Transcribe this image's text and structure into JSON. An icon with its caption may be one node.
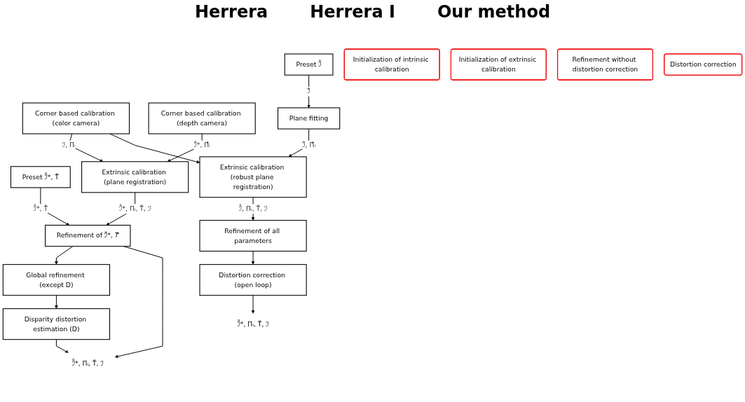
{
  "diagram": {
    "nodes": [
      {
        "text": [
          "Corner based calibration (color camera)"
        ]
      },
      {
        "text": [
          "Corner based calibration (depth camera)"
        ]
      },
      {
        "text": [
          "Preset ℐ̊*, T̊"
        ]
      },
      {
        "text": [
          "Extrinsic calibration (plane registration)"
        ]
      },
      {
        "text": [
          "Refinement of ℐ̊*, 𝑇̊"
        ]
      },
      {
        "text": [
          "Global refinement (except D)"
        ]
      },
      {
        "text": [
          "Disparity distortion estimation (D)"
        ]
      },
      {
        "text": [
          "ℐ̊*, Πᵢ, T̊, ℐ"
        ]
      },
      {
        "text": [
          "Preset ℐ̊"
        ]
      },
      {
        "text": [
          "Plane fitting"
        ]
      },
      {
        "text": [
          "Extrinsic calibration (robust plane registration)"
        ]
      },
      {
        "text": [
          "Refinement of all parameters"
        ]
      },
      {
        "text": [
          "Distortion correction (open loop)"
        ]
      },
      {
        "text": [
          "ℐ̊*, Πᵢ, T̊, ℐ"
        ]
      },
      {
        "text": [
          "Initialization of intrinsic calibration"
        ]
      },
      {
        "text": [
          "Initialization of extrinsic calibration"
        ]
      },
      {
        "text": [
          "Refinement without distortion correction"
        ]
      },
      {
        "text": [
          "Distortion correction"
        ]
      }
    ],
    "edges": [
      {
        "from": 0,
        "to": 3,
        "arrow": "to",
        "label": "ℐ, Πᵢ"
      },
      {
        "from": 1,
        "to": 3,
        "arrow": "to",
        "label": "ℐ̊*, Π̊ᵢ"
      },
      {
        "from": 0,
        "to": 10,
        "arrow": "to"
      },
      {
        "from": 2,
        "to": 4,
        "arrow": "to",
        "label": "ℐ̊*, T̊"
      },
      {
        "from": 3,
        "to": 4,
        "arrow": "to",
        "label": "ℐ̊*, Πᵢ, T̊, ℐ"
      },
      {
        "from": 4,
        "to": 5,
        "arrow": "to"
      },
      {
        "from": 5,
        "to": 6,
        "arrow": "to"
      },
      {
        "from": 6,
        "to": 7,
        "arrow": "to"
      },
      {
        "from": 4,
        "to": 7,
        "arrow": "to"
      },
      {
        "from": 8,
        "to": 9,
        "arrow": "to",
        "label": "ℐ̊"
      },
      {
        "from": 9,
        "to": 10,
        "arrow": "to",
        "label": "ℐ̊, Π̊ᵢ"
      },
      {
        "from": 10,
        "to": 11,
        "arrow": "to",
        "label": "ℐ̊, Πᵢ, T̊, ℐ"
      },
      {
        "from": 11,
        "to": 12,
        "arrow": "to"
      },
      {
        "from": 12,
        "to": 13,
        "arrow": "to"
      }
    ],
    "labels": [
      "Herrera",
      "Herrera I",
      "Our method"
    ]
  }
}
